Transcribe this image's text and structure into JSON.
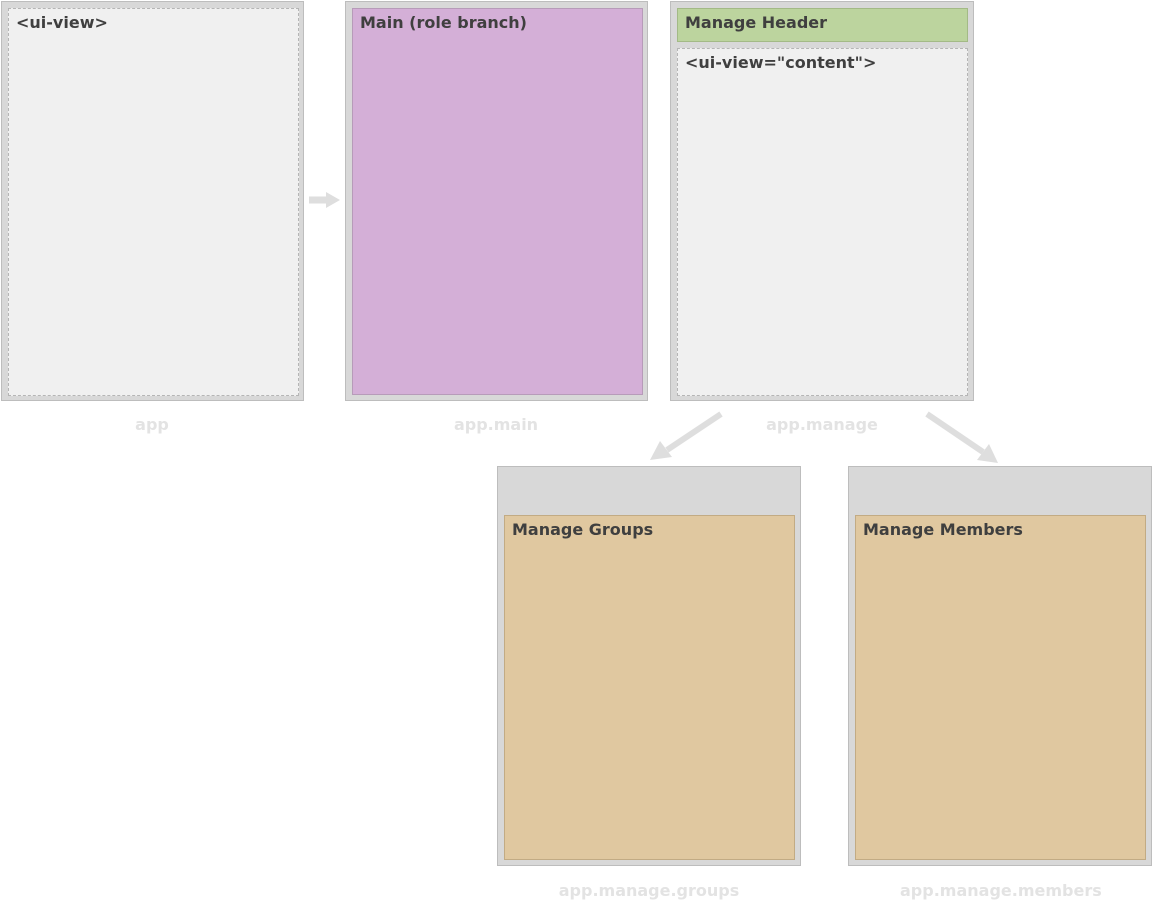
{
  "states": {
    "app": {
      "label": "app",
      "view_text": "<ui-view>"
    },
    "main": {
      "label": "app.main",
      "panel_text": "Main (role branch)"
    },
    "manage": {
      "label": "app.manage",
      "header_text": "Manage Header",
      "view_text": "<ui-view=\"content\">"
    },
    "groups": {
      "label": "app.manage.groups",
      "panel_text": "Manage Groups"
    },
    "members": {
      "label": "app.manage.members",
      "panel_text": "Manage Members"
    }
  },
  "colors": {
    "state_bg": "#d8d8d8",
    "view_bg": "#f0f0f0",
    "main_panel": "#d4afd7",
    "header_panel": "#bcd49e",
    "manage_panel": "#e0c8a0",
    "label_text": "#e3e3e3",
    "arrow": "#dedede"
  }
}
